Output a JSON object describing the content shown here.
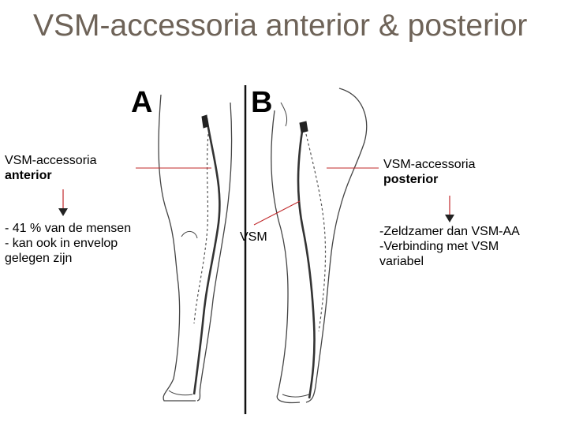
{
  "title": "VSM-accessoria anterior & posterior",
  "panels": {
    "a_letter": "A",
    "b_letter": "B"
  },
  "labels": {
    "anterior_line1": "VSM-accessoria",
    "anterior_line2": "anterior",
    "anterior_notes": [
      "- 41 % van de mensen",
      "- kan ook in envelop",
      "gelegen zijn"
    ],
    "vsm": "VSM",
    "posterior_line1": "VSM-accessoria",
    "posterior_line2": "posterior",
    "posterior_notes": [
      "-Zeldzamer dan VSM-AA",
      "-Verbinding met VSM",
      "variabel"
    ]
  },
  "colors": {
    "title": "#6e6358",
    "pointer_line": "#c0282a",
    "drawing": "#333333"
  }
}
